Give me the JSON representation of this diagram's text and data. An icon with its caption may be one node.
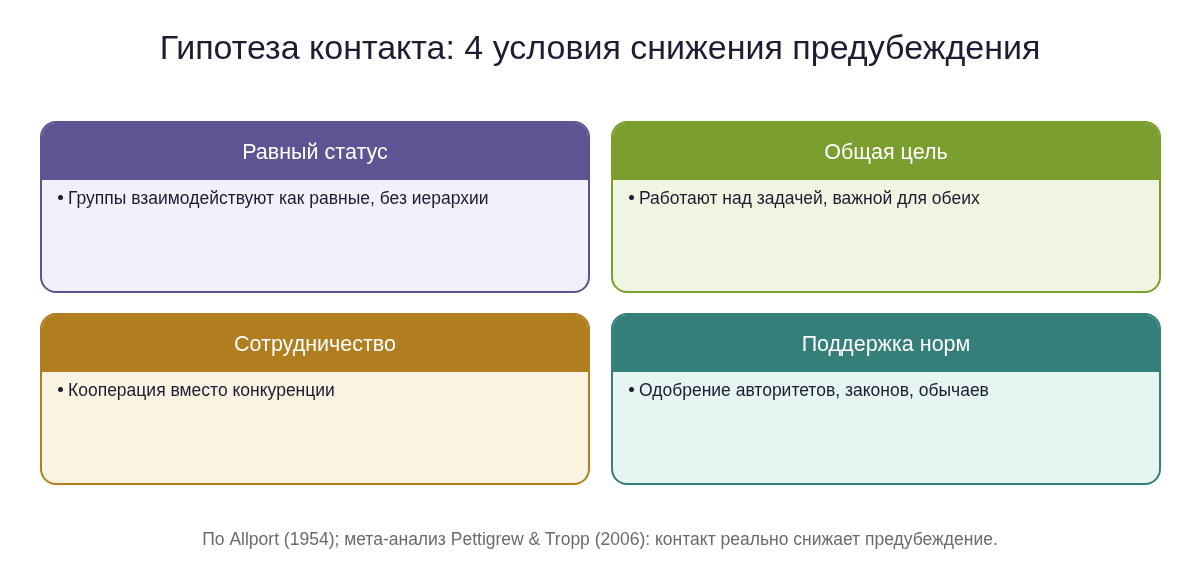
{
  "diagram": {
    "title": "Гипотеза контакта: 4 условия снижения предубеждения",
    "nodes": [
      {
        "text": [
          "Равный статус",
          "Группы взаимодействуют как равные, без иерархии"
        ]
      },
      {
        "text": [
          "Общая цель",
          "Работают над задачей, важной для обеих"
        ]
      },
      {
        "text": [
          "Сотрудничество",
          "Кооперация вместо конкуренции"
        ]
      },
      {
        "text": [
          "Поддержка норм",
          "Одобрение авторитетов, законов, обычаев"
        ]
      }
    ],
    "caption": "По Allport (1954); мета-анализ Pettigrew & Tropp (2006): контакт реально снижает предубеждение."
  }
}
